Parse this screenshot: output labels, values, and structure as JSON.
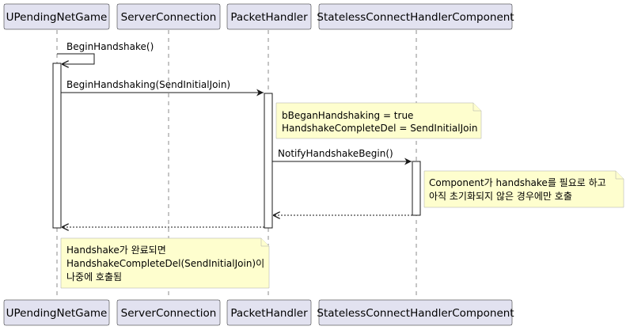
{
  "participants": [
    {
      "name": "UPendingNetGame"
    },
    {
      "name": "ServerConnection"
    },
    {
      "name": "PacketHandler"
    },
    {
      "name": "StatelessConnectHandlerComponent"
    }
  ],
  "messages": [
    {
      "label": "BeginHandshake()"
    },
    {
      "label": "BeginHandshaking(SendInitialJoin)"
    },
    {
      "label": "NotifyHandshakeBegin()"
    }
  ],
  "notes": [
    {
      "lines": [
        "bBeganHandshaking = true",
        "HandshakeCompleteDel = SendInitialJoin"
      ]
    },
    {
      "lines": [
        "Component가 handshake를 필요로 하고",
        "아직 초기화되지 않은 경우에만 호출"
      ]
    },
    {
      "lines": [
        "Handshake가 완료되면",
        "HandshakeCompleteDel(SendInitialJoin)이",
        "나중에 호출됨"
      ]
    }
  ]
}
